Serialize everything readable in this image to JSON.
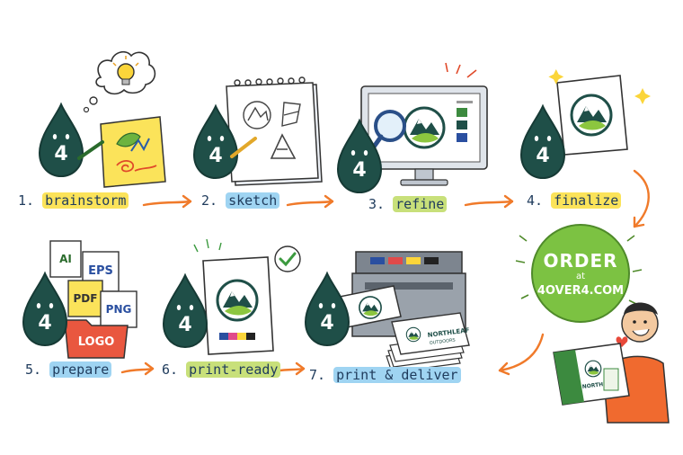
{
  "steps": [
    {
      "num": "1.",
      "label": "brainstorm",
      "highlight": "#fbe35a"
    },
    {
      "num": "2.",
      "label": "sketch",
      "highlight": "#9fd4f2"
    },
    {
      "num": "3.",
      "label": "refine",
      "highlight": "#c8e07a"
    },
    {
      "num": "4.",
      "label": "finalize",
      "highlight": "#fbe35a"
    },
    {
      "num": "5.",
      "label": "prepare",
      "highlight": "#9fd4f2"
    },
    {
      "num": "6.",
      "label": "print-ready",
      "highlight": "#c8e07a"
    },
    {
      "num": "7.",
      "label": "print & deliver",
      "highlight": "#9fd4f2"
    }
  ],
  "mascot": {
    "glyph": "4",
    "color": "#1f4f48"
  },
  "order": {
    "line1": "ORDER",
    "line2": "at",
    "line3": "4OVER4.COM",
    "color": "#7cc242"
  },
  "files": {
    "ai": "AI",
    "eps": "EPS",
    "pdf": "PDF",
    "png": "PNG",
    "folder": "LOGO"
  },
  "brand": {
    "name": "NORTHLEAF",
    "sub": "OUTDOORS"
  },
  "colors": {
    "arrow": "#f07a2a",
    "ink": "#1f3b5c",
    "green": "#3c8a3f"
  }
}
